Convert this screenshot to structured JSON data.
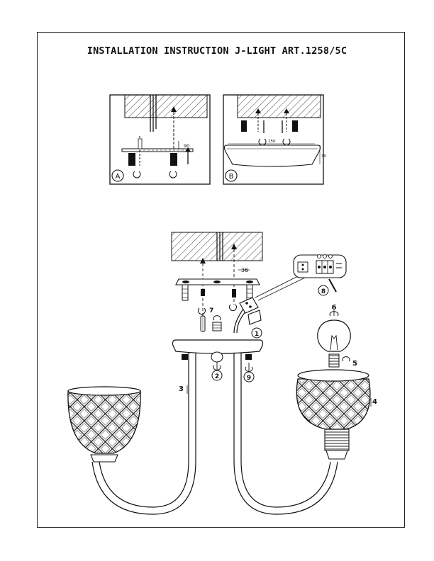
{
  "title": "INSTALLATION INSTRUCTION J-LIGHT ART.1258/5C",
  "panel_a": {
    "label": "A",
    "dim_height": "90"
  },
  "panel_b": {
    "label": "B",
    "dim_width": "150",
    "dim_height": "30"
  },
  "main": {
    "dim_mount": "36",
    "step_1": "1",
    "step_2": "2",
    "step_3": "3",
    "step_4": "4",
    "step_5": "5",
    "step_6": "6",
    "step_7": "7",
    "step_8": "8",
    "step_9": "9"
  }
}
